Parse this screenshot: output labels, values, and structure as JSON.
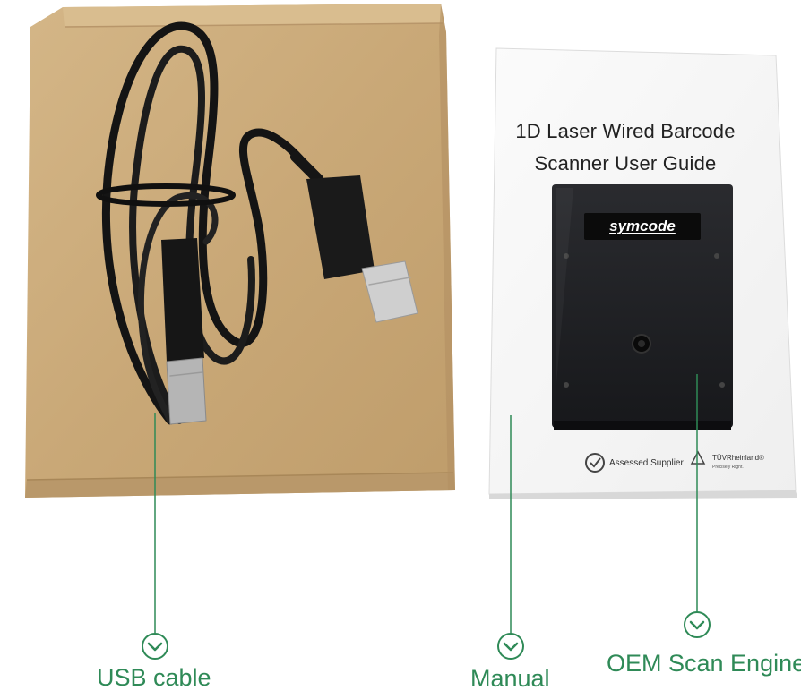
{
  "manual": {
    "title_line1": "1D Laser Wired Barcode",
    "title_line2": "Scanner User Guide",
    "cert_assessed": "Assessed Supplier",
    "cert_brand": "TÜVRheinland®",
    "cert_tagline": "Precisely Right."
  },
  "scanner": {
    "brand": "symcode"
  },
  "callouts": {
    "usb_cable": "USB cable",
    "manual": "Manual",
    "oem_scan_engine": "OEM Scan Engine"
  },
  "colors": {
    "accent_green": "#2f8a57",
    "box_kraft": "#c9a977",
    "scanner_body": "#1e1f22"
  }
}
